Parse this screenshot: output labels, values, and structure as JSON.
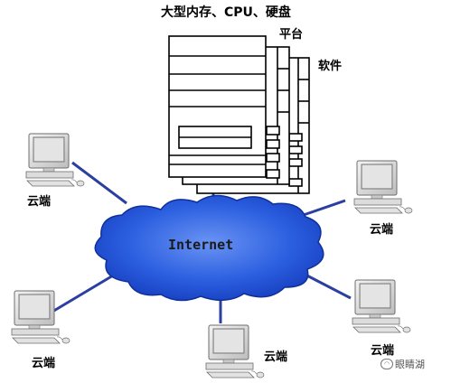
{
  "labels": {
    "hardware": "大型内存、CPU、硬盘",
    "platform": "平台",
    "software": "软件",
    "internet": "Internet"
  },
  "clients": [
    {
      "label": "云端"
    },
    {
      "label": "云端"
    },
    {
      "label": "云端"
    },
    {
      "label": "云端"
    },
    {
      "label": "云端"
    }
  ],
  "watermark": "眼睛湖",
  "colors": {
    "cloud": "#1e4fd6",
    "cloud_highlight": "#5b86f0",
    "link": "#2a3fa0",
    "monitor_body": "#e6e6e6",
    "screen": "#d8d8d8",
    "server_outline": "#000000"
  }
}
